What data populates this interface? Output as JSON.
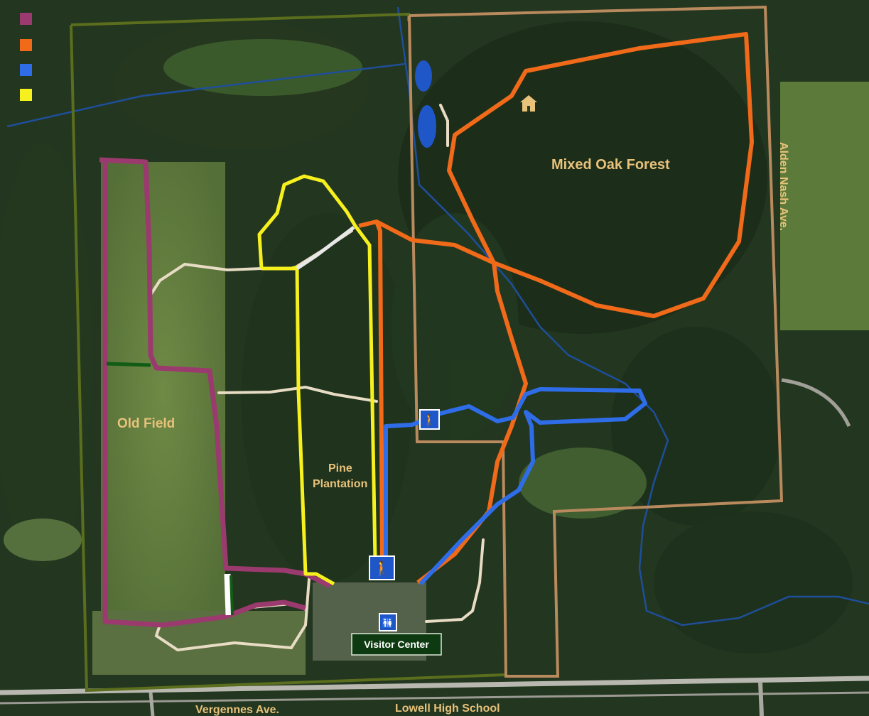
{
  "map": {
    "areas": {
      "mixed_oak_forest": "Mixed Oak Forest",
      "old_field": "Old Field",
      "pine_plantation_line1": "Pine",
      "pine_plantation_line2": "Plantation"
    },
    "roads": {
      "east": "Alden Nash Ave.",
      "south": "Vergennes Ave.",
      "school": "Lowell High School"
    },
    "visitor_center": "Visitor Center",
    "legend": [
      {
        "color": "#9b3a6e"
      },
      {
        "color": "#f06a1a"
      },
      {
        "color": "#2f6de8"
      },
      {
        "color": "#f5f01e"
      }
    ],
    "colors": {
      "trail_purple": "#9b3a6e",
      "trail_orange": "#f06a1a",
      "trail_blue": "#2f6de8",
      "trail_yellow": "#f5f01e",
      "trail_white": "#e8dcc4",
      "property_brown": "#b98a5e",
      "property_green": "#5a6e1e",
      "stream": "#1f4e9a",
      "label_tan": "#e8c27a"
    },
    "icons": [
      "hiker-icon",
      "hiker-icon",
      "restroom-icon",
      "cabin-icon"
    ]
  }
}
